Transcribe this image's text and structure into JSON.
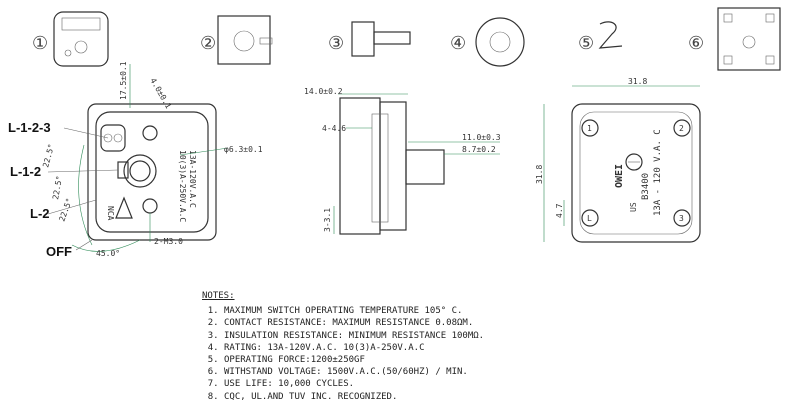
{
  "parts": [
    {
      "num": "①"
    },
    {
      "num": "②"
    },
    {
      "num": "③"
    },
    {
      "num": "④"
    },
    {
      "num": "⑤"
    },
    {
      "num": "⑥"
    }
  ],
  "left_view": {
    "positions": [
      "L-1-2-3",
      "L-1-2",
      "L-2",
      "OFF"
    ],
    "dims": {
      "height_top": "17.5±0.1",
      "offset": "4.0±0.1",
      "hole_dia": "φ6.3±0.1",
      "angle_1": "22.5°",
      "angle_2": "22.5°",
      "angle_3": "22.5°",
      "angle_off": "45.0°",
      "screw": "2-M3.0"
    },
    "body_text": [
      "10(3)A-250V.A.C",
      "13A-120V.A.C"
    ],
    "badge": "NCA"
  },
  "side_view": {
    "dims": {
      "width": "14.0±0.2",
      "flange": "4-4.6",
      "shaft_len": "11.0±0.3",
      "shaft_dia": "8.7±0.2",
      "bottom": "3-3.1"
    }
  },
  "right_view": {
    "dims": {
      "width": "31.8",
      "height": "31.8",
      "offset": "4.7"
    },
    "terminals": [
      "1",
      "2",
      "L",
      "3"
    ],
    "brand": "OWEI",
    "model": "B3400",
    "rating": "13A - 120 V.A. C",
    "cert": "US"
  },
  "notes": {
    "title": "NOTES:",
    "items": [
      "MAXIMUM SWITCH OPERATING TEMPERATURE 105° C.",
      "CONTACT RESISTANCE: MAXIMUM RESISTANCE 0.08ΩM.",
      "INSULATION RESISTANCE: MINIMUM RESISTANCE 100MΩ.",
      "RATING: 13A-120V.A.C.    10(3)A-250V.A.C",
      "OPERATING FORCE:1200±250GF",
      "WITHSTAND VOLTAGE: 1500V.A.C.(50/60HZ) / MIN.",
      "USE LIFE: 10,000 CYCLES.",
      "CQC, UL.AND TUV INC. RECOGNIZED."
    ]
  }
}
